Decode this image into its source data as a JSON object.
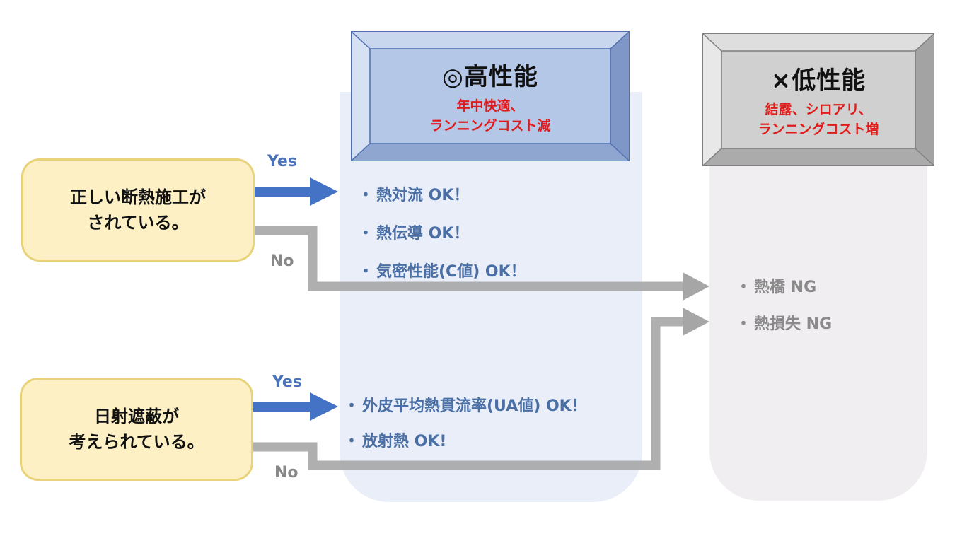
{
  "high_performance": {
    "title": "◎高性能",
    "subtitle_line1": "年中快適、",
    "subtitle_line2": "ランニングコスト減",
    "fill_color": "#b4c7e7",
    "border_color": "#4f6fae"
  },
  "low_performance": {
    "title": "×低性能",
    "subtitle_line1": "結露、シロアリ、",
    "subtitle_line2": "ランニングコスト増",
    "fill_color": "#d0d0d0",
    "border_color": "#7f7f7f"
  },
  "conditions": [
    {
      "line1": "正しい断熱施工が",
      "line2": "されている。",
      "yes_label": "Yes",
      "no_label": "No",
      "ok_items": [
        {
          "bullet": "・",
          "text": "熱対流  OK！"
        },
        {
          "bullet": "・",
          "text": "熱伝導  OK！"
        },
        {
          "bullet": "・",
          "text": "気密性能(C値)  OK！"
        }
      ]
    },
    {
      "line1": "日射遮蔽が",
      "line2": "考えられている。",
      "yes_label": "Yes",
      "no_label": "No",
      "ok_items": [
        {
          "bullet": "・",
          "text": "外皮平均熱貫流率(UA値)  OK！"
        },
        {
          "bullet": "・",
          "text": "放射熱  OK!"
        }
      ]
    }
  ],
  "ng_items": [
    {
      "bullet": "・",
      "text": "熱橋  NG"
    },
    {
      "bullet": "・",
      "text": "熱損失 NG"
    }
  ],
  "colors": {
    "yes_arrow": "#4472c4",
    "no_arrow": "#a6a6a6",
    "ok_text": "#4a6fa5",
    "ng_text": "#8a8a8a",
    "subtitle_red": "#e01b1b",
    "condition_fill": "#fdf0c4"
  }
}
